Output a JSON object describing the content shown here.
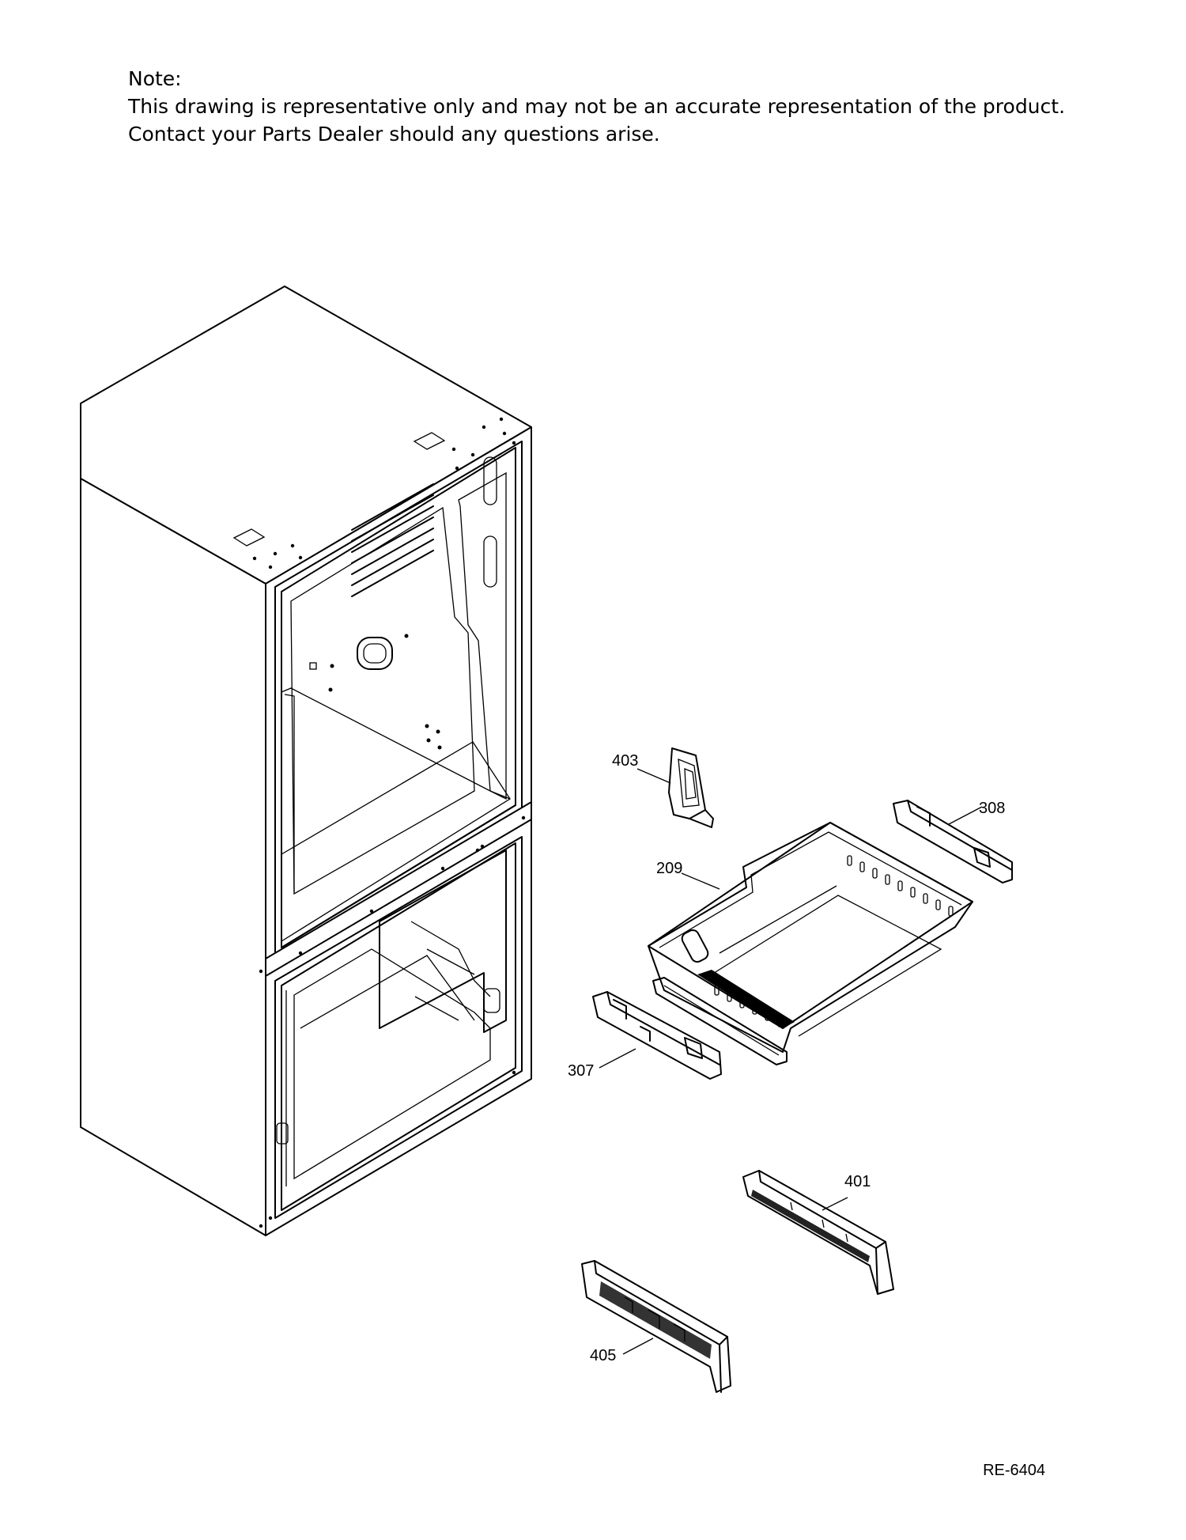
{
  "note": {
    "heading": "Note:",
    "line1": "This drawing is representative only and may not be an accurate representation of the product.",
    "line2": "Contact your Parts Dealer should any questions arise."
  },
  "parts": [
    {
      "number": "403"
    },
    {
      "number": "308"
    },
    {
      "number": "209"
    },
    {
      "number": "307"
    },
    {
      "number": "401"
    },
    {
      "number": "405"
    }
  ],
  "reference_code": "RE-6404"
}
